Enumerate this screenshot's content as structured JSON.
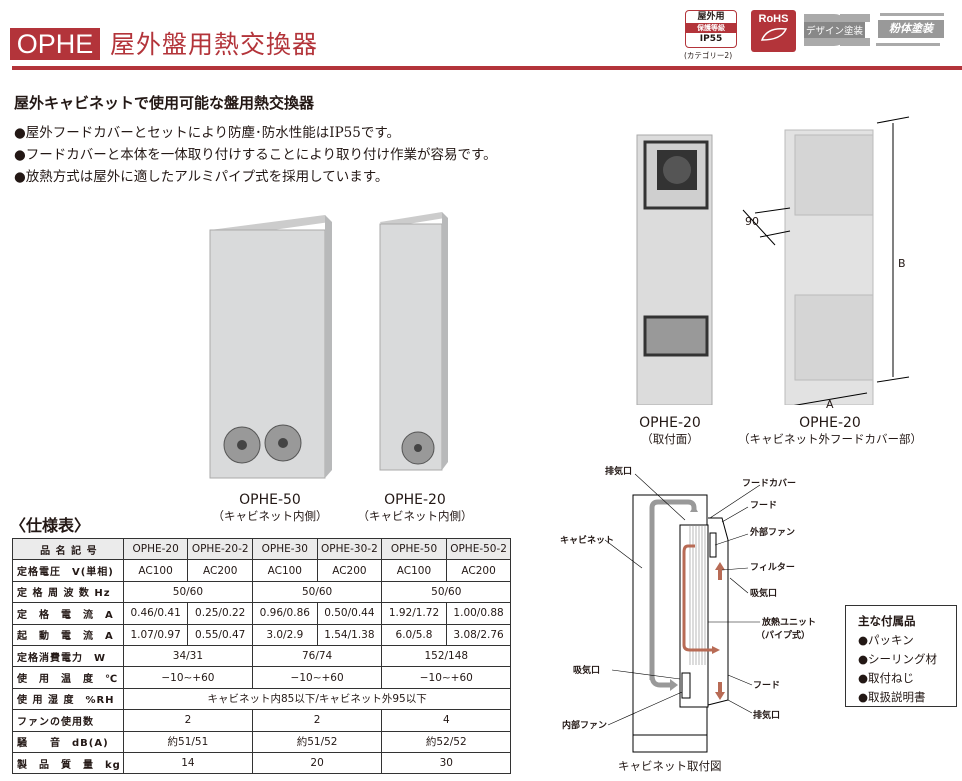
{
  "header": {
    "series_code": "OPHE",
    "title": "屋外盤用熱交換器"
  },
  "badges": {
    "ip": {
      "line1": "屋外用",
      "line2": "保護等級",
      "line3": "IP55",
      "category": "(カテゴリー2)"
    },
    "rohs": "RoHS",
    "design": "デザイン塗装",
    "powder": "粉体塗装"
  },
  "subtitle": "屋外キャビネットで使用可能な盤用熱交換器",
  "features": [
    "●屋外フードカバーとセットにより防塵･防水性能はIP55です。",
    "●フードカバーと本体を一体取り付けすることにより取り付け作業が容易です。",
    "●放熱方式は屋外に適したアルミパイプ式を採用しています。"
  ],
  "photos": [
    {
      "model": "OPHE-50",
      "note": "（キャビネット内側）"
    },
    {
      "model": "OPHE-20",
      "note": "（キャビネット内側）"
    },
    {
      "model": "OPHE-20",
      "note": "（取付面）"
    },
    {
      "model": "OPHE-20",
      "note": "（キャビネット外フードカバー部）"
    }
  ],
  "dimensions": {
    "depth": "90",
    "a": "A",
    "b": "B"
  },
  "spec": {
    "title": "〈仕様表〉",
    "rows": [
      {
        "label": "品 名 記 号",
        "cells": [
          "OPHE-20",
          "OPHE-20-2",
          "OPHE-30",
          "OPHE-30-2",
          "OPHE-50",
          "OPHE-50-2"
        ]
      },
      {
        "label": "定格電圧　V(単相)",
        "cells": [
          "AC100",
          "AC200",
          "AC100",
          "AC200",
          "AC100",
          "AC200"
        ]
      },
      {
        "label": "定 格 周 波 数 Hz",
        "cells": [
          "50/60",
          "50/60",
          "50/60"
        ]
      },
      {
        "label": "定　格　電　流　A",
        "cells": [
          "0.46/0.41",
          "0.25/0.22",
          "0.96/0.86",
          "0.50/0.44",
          "1.92/1.72",
          "1.00/0.88"
        ]
      },
      {
        "label": "起　動　電　流　A",
        "cells": [
          "1.07/0.97",
          "0.55/0.47",
          "3.0/2.9",
          "1.54/1.38",
          "6.0/5.8",
          "3.08/2.76"
        ]
      },
      {
        "label": "定格消費電力　W",
        "cells": [
          "34/31",
          "76/74",
          "152/148"
        ]
      },
      {
        "label": "使　用　温　度　℃",
        "cells": [
          "−10∼+60",
          "−10∼+60",
          "−10∼+60"
        ]
      },
      {
        "label": "使 用 湿 度　%RH",
        "cells": [
          "キャビネット内85以下/キャビネット外95以下"
        ]
      },
      {
        "label": "ファンの使用数",
        "cells": [
          "2",
          "2",
          "4"
        ]
      },
      {
        "label": "騒　　音　dB(A)",
        "cells": [
          "約51/51",
          "約51/52",
          "約52/52"
        ]
      },
      {
        "label": "製　品　質　量　kg",
        "cells": [
          "14",
          "20",
          "30"
        ]
      }
    ]
  },
  "diagram": {
    "caption": "キャビネット取付図",
    "labels": {
      "exhaust_top": "排気口",
      "hood_cover": "フードカバー",
      "hood_top": "フード",
      "ext_fan": "外部ファン",
      "filter": "フィルター",
      "intake_right": "吸気口",
      "unit": "放熱ユニット",
      "unit_sub": "（パイプ式）",
      "hood_bottom": "フード",
      "exhaust_bottom": "排気口",
      "cabinet": "キャビネット",
      "intake_left": "吸気口",
      "int_fan": "内部ファン"
    }
  },
  "accessories": {
    "title": "主な付属品",
    "items": [
      "●パッキン",
      "●シーリング材",
      "●取付ねじ",
      "●取扱説明書"
    ]
  }
}
